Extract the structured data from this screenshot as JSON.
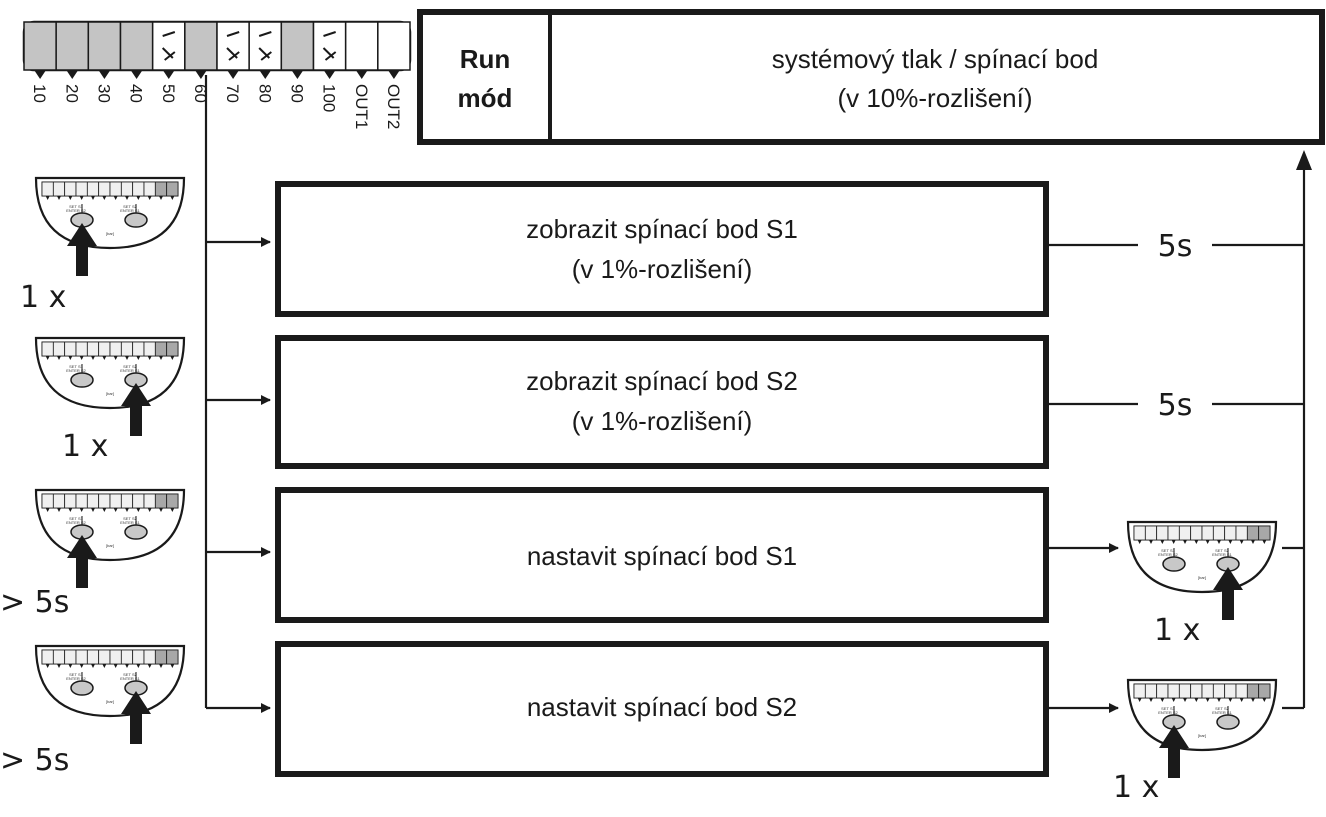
{
  "header": {
    "mode_title_line1": "Run",
    "mode_title_line2": "mód",
    "mode_desc_line1": "systémový tlak / spínací bod",
    "mode_desc_line2": "(v 10%-rozlišení)"
  },
  "scale": {
    "labels": [
      "10",
      "20",
      "30",
      "40",
      "50",
      "60",
      "70",
      "80",
      "90",
      "100",
      "OUT1",
      "OUT2"
    ]
  },
  "steps": [
    {
      "press": "1 x",
      "line1": "zobrazit spínací bod S1",
      "line2": "(v 1%-rozlišení)",
      "timeout": "5s"
    },
    {
      "press": "1 x",
      "line1": "zobrazit spínací bod S2",
      "line2": "(v 1%-rozlišení)",
      "timeout": "5s"
    },
    {
      "press": "> 5s",
      "line1": "nastavit spínací bod S1",
      "line2": "",
      "confirm_press": "1 x"
    },
    {
      "press": "> 5s",
      "line1": "nastavit spínací bod S2",
      "line2": "",
      "confirm_press": "1 x"
    }
  ],
  "device": {
    "button1_line1": "SET S1",
    "button1_line2": "ENTER S2",
    "button2_line1": "SET S2",
    "button2_line2": "ENTER S1",
    "unit": "[bar]"
  }
}
